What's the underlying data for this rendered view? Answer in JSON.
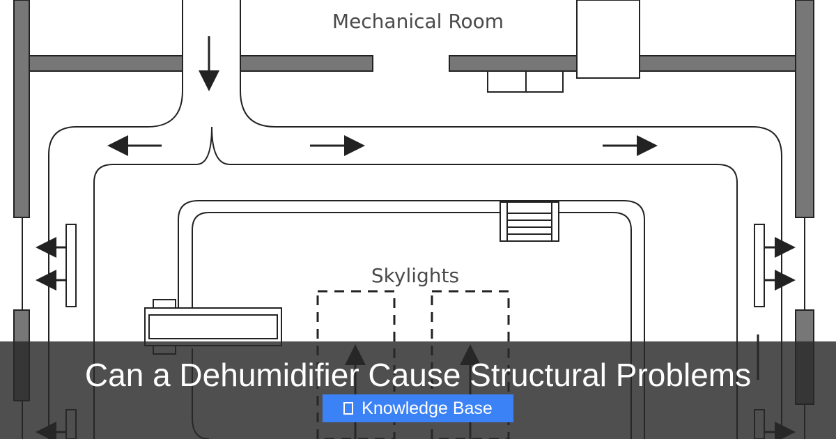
{
  "image": {
    "labels": {
      "mechanical_room": "Mechanical Room",
      "skylights": "Skylights"
    }
  },
  "overlay": {
    "title": "Can a Dehumidifier Cause Structural Problems",
    "badge_icon": "book-icon",
    "badge_label": "Knowledge Base",
    "badge_color": "#3b82f6",
    "band_color": "#282828"
  }
}
